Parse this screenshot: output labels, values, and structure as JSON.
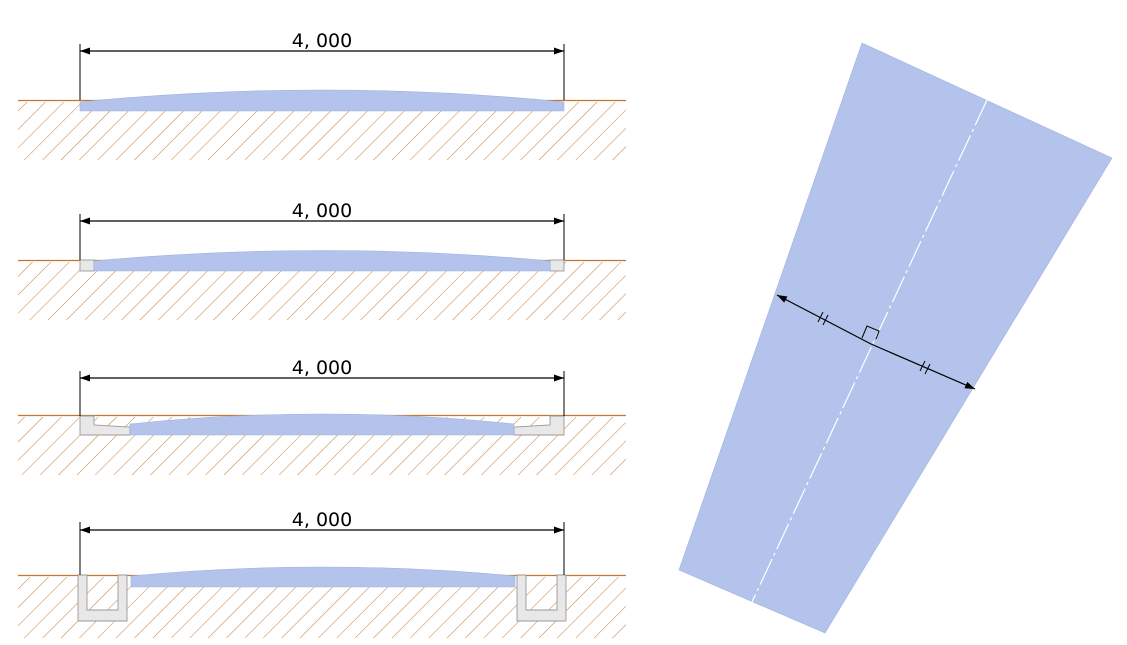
{
  "colors": {
    "road": "#b3c3ec",
    "ground": "#c0772f",
    "hatch": "#c8874a",
    "curb": "#e8e8e8",
    "curb_edge": "#9a9a9a",
    "dimension": "#000000",
    "centerline": "#ffffff"
  },
  "sections": [
    {
      "dimension_label": "4, 000",
      "edge_type": "none"
    },
    {
      "dimension_label": "4, 000",
      "edge_type": "curb-block"
    },
    {
      "dimension_label": "4, 000",
      "edge_type": "l-gutter"
    },
    {
      "dimension_label": "4, 000",
      "edge_type": "u-ditch"
    }
  ],
  "plan_view": {
    "equal_width_mark": "//",
    "right_angle_mark": "right-angle",
    "centerline": "dash-dot"
  }
}
